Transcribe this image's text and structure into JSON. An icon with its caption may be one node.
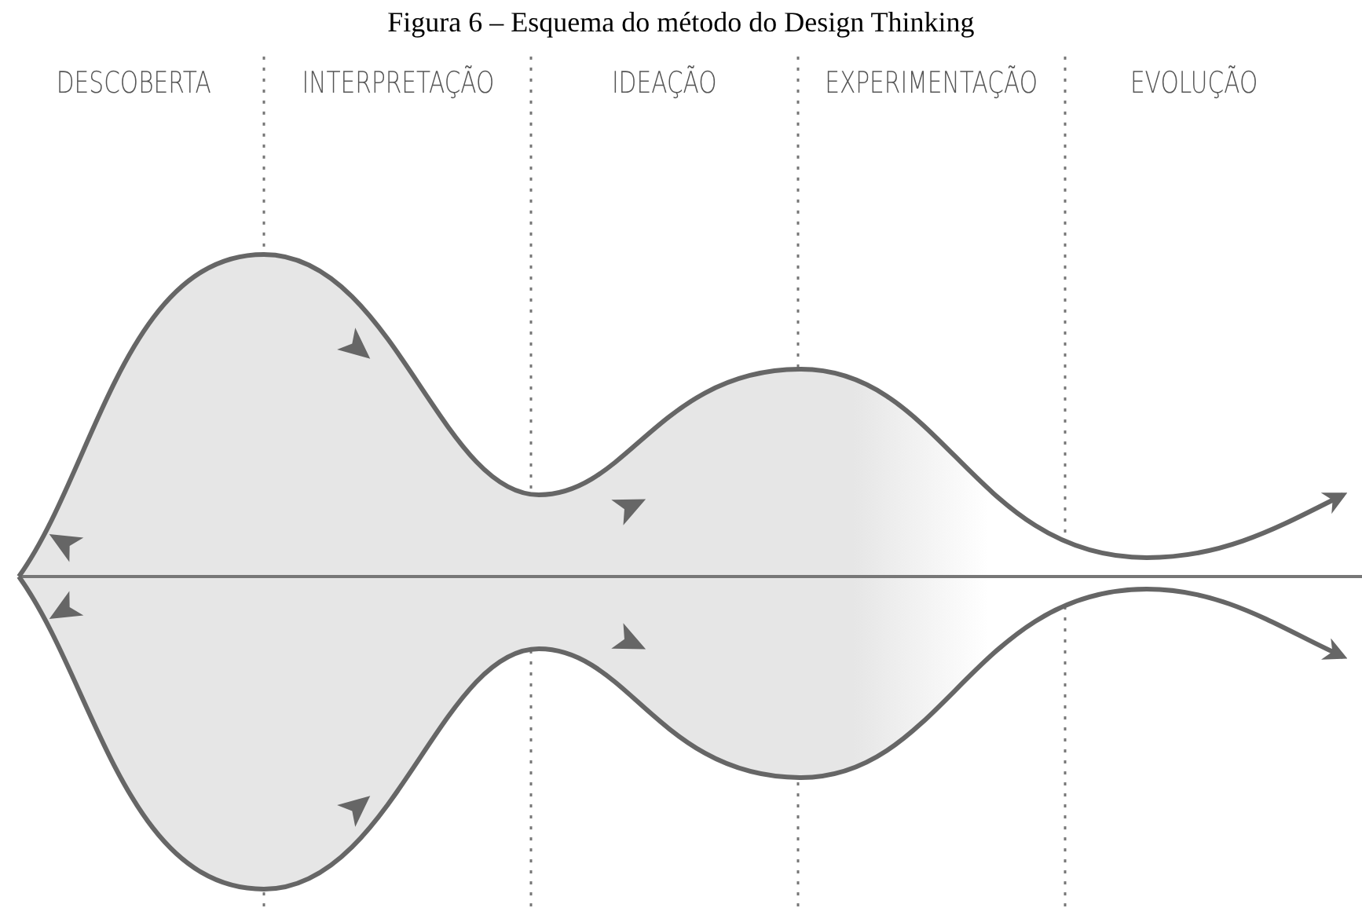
{
  "diagram": {
    "title": "Figura 6 – Esquema do método do Design Thinking",
    "labels": [
      "DESCOBERTA",
      "INTERPRETAÇÃO",
      "IDEAÇÃO",
      "EXPERIMENTAÇÃO",
      "EVOLUÇÃO"
    ]
  }
}
